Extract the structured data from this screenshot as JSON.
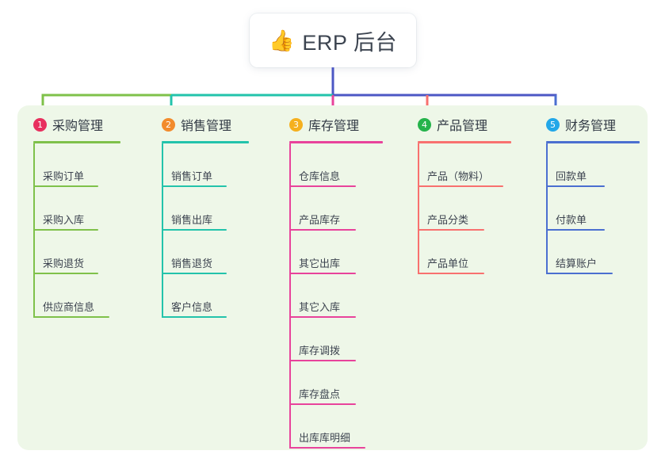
{
  "title": {
    "emoji": "👍",
    "emoji_name": "thumbs-up-icon",
    "text": "ERP 后台"
  },
  "panel": {
    "background_color": "#eef7e8"
  },
  "trunk": {
    "color": "#4c57c4"
  },
  "columns": [
    {
      "index": "1",
      "badge": "1",
      "title": "采购管理",
      "badge_color": "#e8305e",
      "line_color": "#7fc14a",
      "head_rule_width": 110,
      "items": [
        {
          "label": "采购订单",
          "rule_width": 82
        },
        {
          "label": "采购入库",
          "rule_width": 82
        },
        {
          "label": "采购退货",
          "rule_width": 82
        },
        {
          "label": "供应商信息",
          "rule_width": 96
        }
      ]
    },
    {
      "index": "2",
      "badge": "2",
      "title": "销售管理",
      "badge_color": "#f28b2c",
      "line_color": "#23c3ab",
      "head_rule_width": 110,
      "items": [
        {
          "label": "销售订单",
          "rule_width": 82
        },
        {
          "label": "销售出库",
          "rule_width": 82
        },
        {
          "label": "销售退货",
          "rule_width": 82
        },
        {
          "label": "客户信息",
          "rule_width": 82
        }
      ]
    },
    {
      "index": "3",
      "badge": "3",
      "title": "库存管理",
      "badge_color": "#f5b01e",
      "line_color": "#e8439b",
      "head_rule_width": 118,
      "items": [
        {
          "label": "仓库信息",
          "rule_width": 84
        },
        {
          "label": "产品库存",
          "rule_width": 84
        },
        {
          "label": "其它出库",
          "rule_width": 84
        },
        {
          "label": "其它入库",
          "rule_width": 84
        },
        {
          "label": "库存调拨",
          "rule_width": 84
        },
        {
          "label": "库存盘点",
          "rule_width": 84
        },
        {
          "label": "出库库明细",
          "rule_width": 96
        }
      ]
    },
    {
      "index": "4",
      "badge": "4",
      "title": "产品管理",
      "badge_color": "#25b34b",
      "line_color": "#f8716f",
      "head_rule_width": 118,
      "items": [
        {
          "label": "产品（物料）",
          "rule_width": 108
        },
        {
          "label": "产品分类",
          "rule_width": 84
        },
        {
          "label": "产品单位",
          "rule_width": 84
        }
      ]
    },
    {
      "index": "5",
      "badge": "5",
      "title": "财务管理",
      "badge_color": "#22a7e8",
      "line_color": "#4b6fd0",
      "head_rule_width": 118,
      "items": [
        {
          "label": "回款单",
          "rule_width": 74
        },
        {
          "label": "付款单",
          "rule_width": 74
        },
        {
          "label": "结算账户",
          "rule_width": 84
        }
      ]
    }
  ]
}
